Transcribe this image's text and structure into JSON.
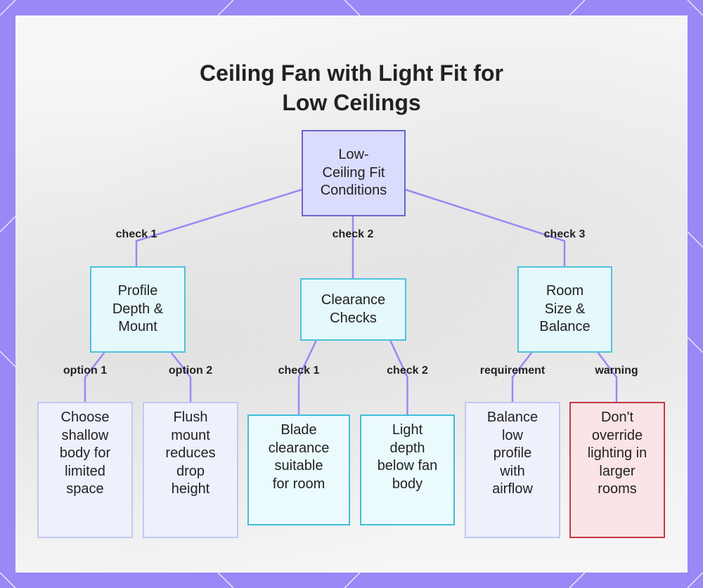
{
  "title": "Ceiling Fan with Light Fit for Low Ceilings",
  "colors": {
    "frame": "#9b87f5",
    "root_fill": "#dadcfd",
    "root_border": "#6b66c9",
    "category_border": "#4cc3db",
    "connector": "#9b87f5",
    "warning_border": "#c53645"
  },
  "root": {
    "label": "Low-\nCeiling Fit\nConditions"
  },
  "categories": [
    {
      "edge_label": "check 1",
      "label": "Profile\nDepth &\nMount",
      "children": [
        {
          "edge_label": "option 1",
          "label": "Choose\nshallow\nbody for\nlimited\nspace"
        },
        {
          "edge_label": "option 2",
          "label": "Flush\nmount\nreduces\ndrop\nheight"
        }
      ]
    },
    {
      "edge_label": "check 2",
      "label": "Clearance\nChecks",
      "children": [
        {
          "edge_label": "check 1",
          "label": "Blade\nclearance\nsuitable\nfor room"
        },
        {
          "edge_label": "check 2",
          "label": "Light\ndepth\nbelow fan\nbody"
        }
      ]
    },
    {
      "edge_label": "check 3",
      "label": "Room\nSize &\nBalance",
      "children": [
        {
          "edge_label": "requirement",
          "label": "Balance\nlow\nprofile\nwith\nairflow"
        },
        {
          "edge_label": "warning",
          "label": "Don't\noverride\nlighting in\nlarger\nrooms"
        }
      ]
    }
  ]
}
